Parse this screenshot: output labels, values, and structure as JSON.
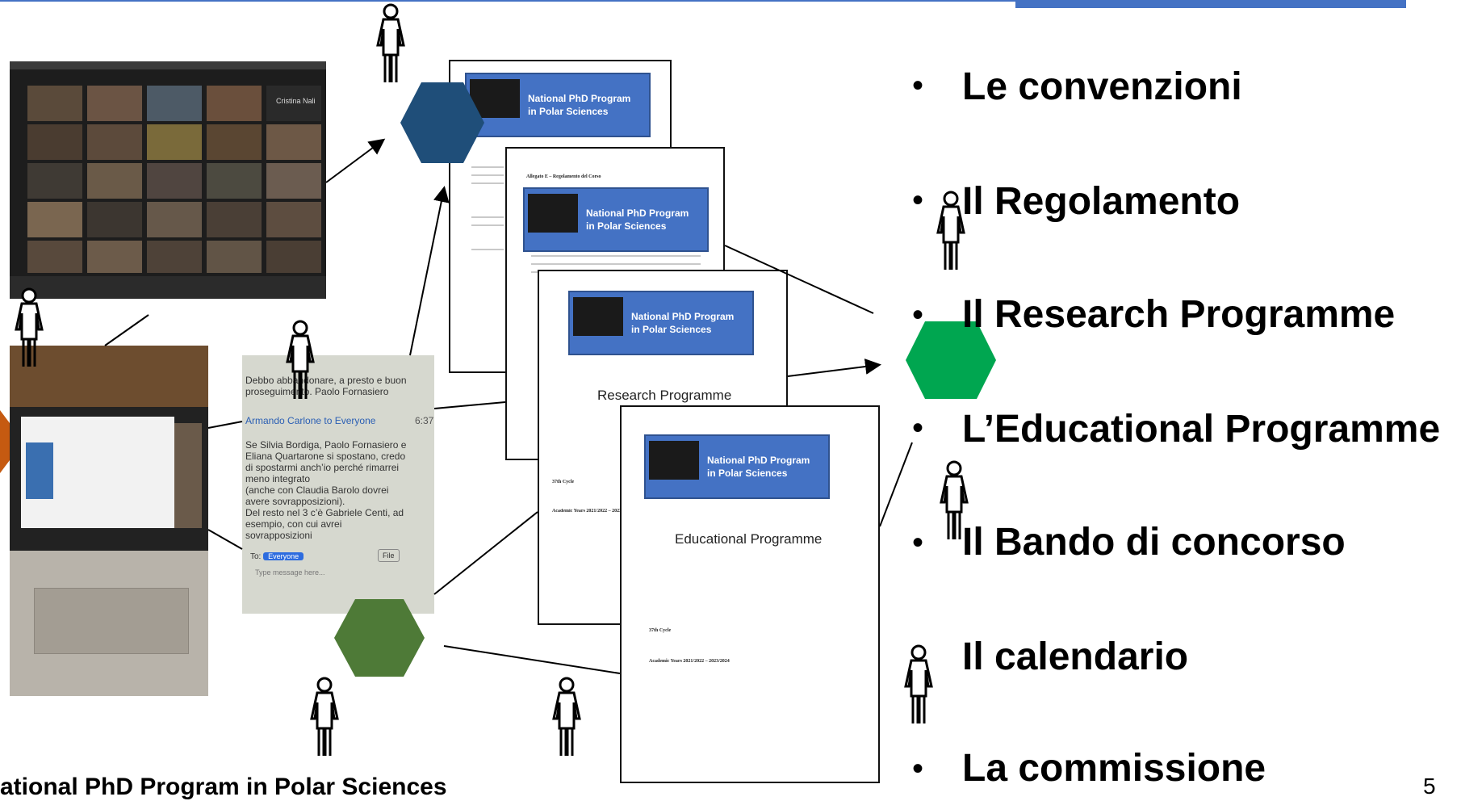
{
  "slide": {
    "page_number": "5",
    "footer": "ational PhD Program in Polar Sciences"
  },
  "bullets": [
    "Le convenzioni",
    "Il Regolamento",
    "Il Research Programme",
    "L’Educational Programme",
    "Il Bando di concorso",
    "Il calendario",
    "La commissione"
  ],
  "documents": {
    "banner_line1": "National PhD Program",
    "banner_line2": "in Polar Sciences",
    "reg_heading": "Allegato E – Regolamento del Corso",
    "research_title": "Research Programme",
    "educational_title": "Educational Programme",
    "cycle": "37th Cycle",
    "academic_years": "Academic Years 2021/2022 – 2023/2024"
  },
  "chat": {
    "msg1": "Debbo abbandonare, a presto e buon proseguimento. Paolo Fornasiero",
    "sender": "Armando Carlone",
    "to_label": "to Everyone",
    "time": "6:37",
    "msg2_l1": "Se Silvia Bordiga, Paolo Fornasiero e",
    "msg2_l2": "Eliana Quartarone si spostano, credo",
    "msg2_l3": "di spostarmi anch’io perché rimarrei",
    "msg2_l4": "meno integrato",
    "msg2_l5": "(anche con Claudia Barolo dovrei",
    "msg2_l6": "avere sovrapposizioni).",
    "msg2_l7": "Del resto nel 3 c’è Gabriele Centi, ad",
    "msg2_l8": "esempio, con cui avrei",
    "msg2_l9": "sovrapposizioni",
    "to": "To:",
    "everyone": "Everyone",
    "file": "File",
    "placeholder": "Type message here..."
  },
  "zoom": {
    "name_tile": "Cristina Nali"
  },
  "colors": {
    "accent_blue": "#4472c4",
    "hex_dark_blue": "#1f4e79",
    "hex_green": "#00a650",
    "hex_olive": "#4e7a37"
  }
}
